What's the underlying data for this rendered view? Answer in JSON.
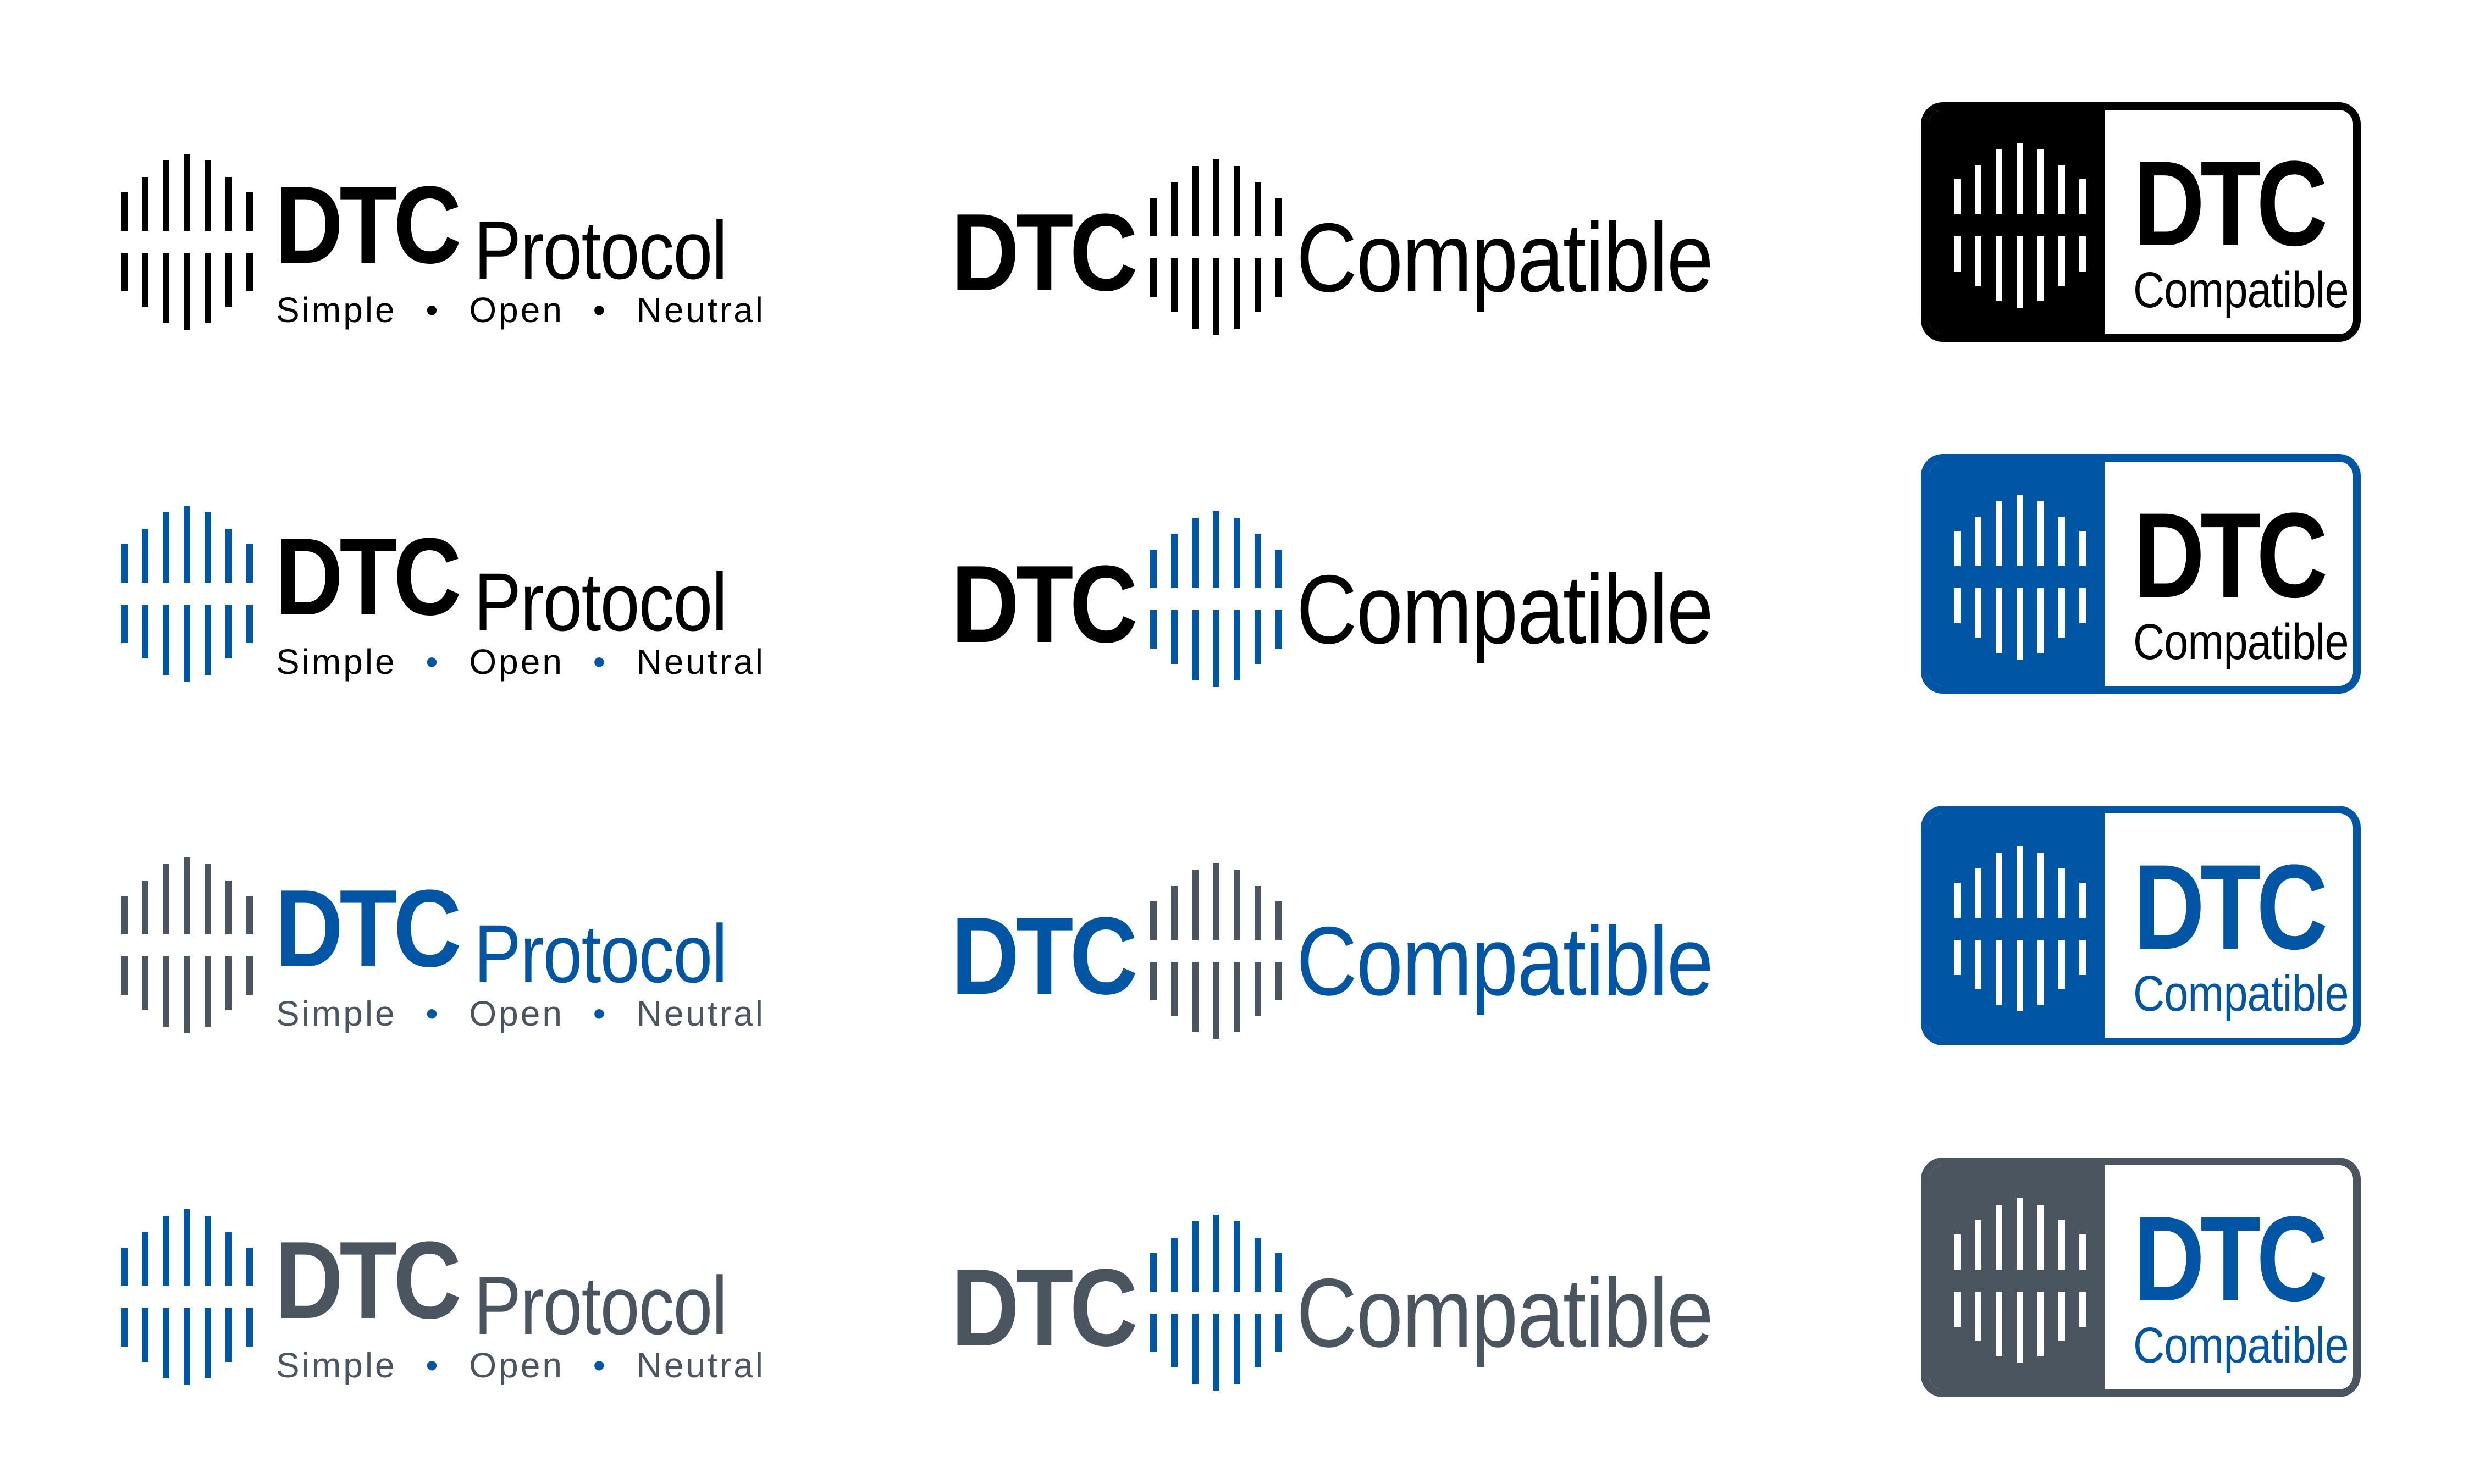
{
  "logo_text": {
    "dtc": "DTC",
    "protocol": "Protocol",
    "compatible": "Compatible",
    "tagline": [
      "Simple",
      "Open",
      "Neutral"
    ],
    "separator": "•"
  },
  "variants": [
    {
      "name": "black",
      "wordmark": "#000000",
      "accent": "#000000",
      "bars": "#000000",
      "tagline": "#000000",
      "dots": "#000000",
      "badge_fill": "#000000",
      "badge_border": "#000000",
      "badge_text": "#000000"
    },
    {
      "name": "black-blue",
      "wordmark": "#000000",
      "accent": "#000000",
      "bars": "#0055a5",
      "tagline": "#000000",
      "dots": "#0055a5",
      "badge_fill": "#0055a5",
      "badge_border": "#0055a5",
      "badge_text": "#000000"
    },
    {
      "name": "blue-gray",
      "wordmark": "#0055a5",
      "accent": "#0055a5",
      "bars": "#4a5560",
      "tagline": "#4a5560",
      "dots": "#0055a5",
      "badge_fill": "#0055a5",
      "badge_border": "#0055a5",
      "badge_text": "#0055a5"
    },
    {
      "name": "gray-blue",
      "wordmark": "#4a5560",
      "accent": "#4a5560",
      "bars": "#0055a5",
      "tagline": "#4a5560",
      "dots": "#0055a5",
      "badge_fill": "#4a5560",
      "badge_border": "#4a5560",
      "badge_text": "#0055a5"
    }
  ],
  "colors": {
    "brand_blue": "#0055a5",
    "slate_gray": "#4a5560",
    "black": "#000000",
    "white": "#ffffff"
  },
  "icons": {
    "bars_mark": "sound-wave-bars-icon"
  }
}
